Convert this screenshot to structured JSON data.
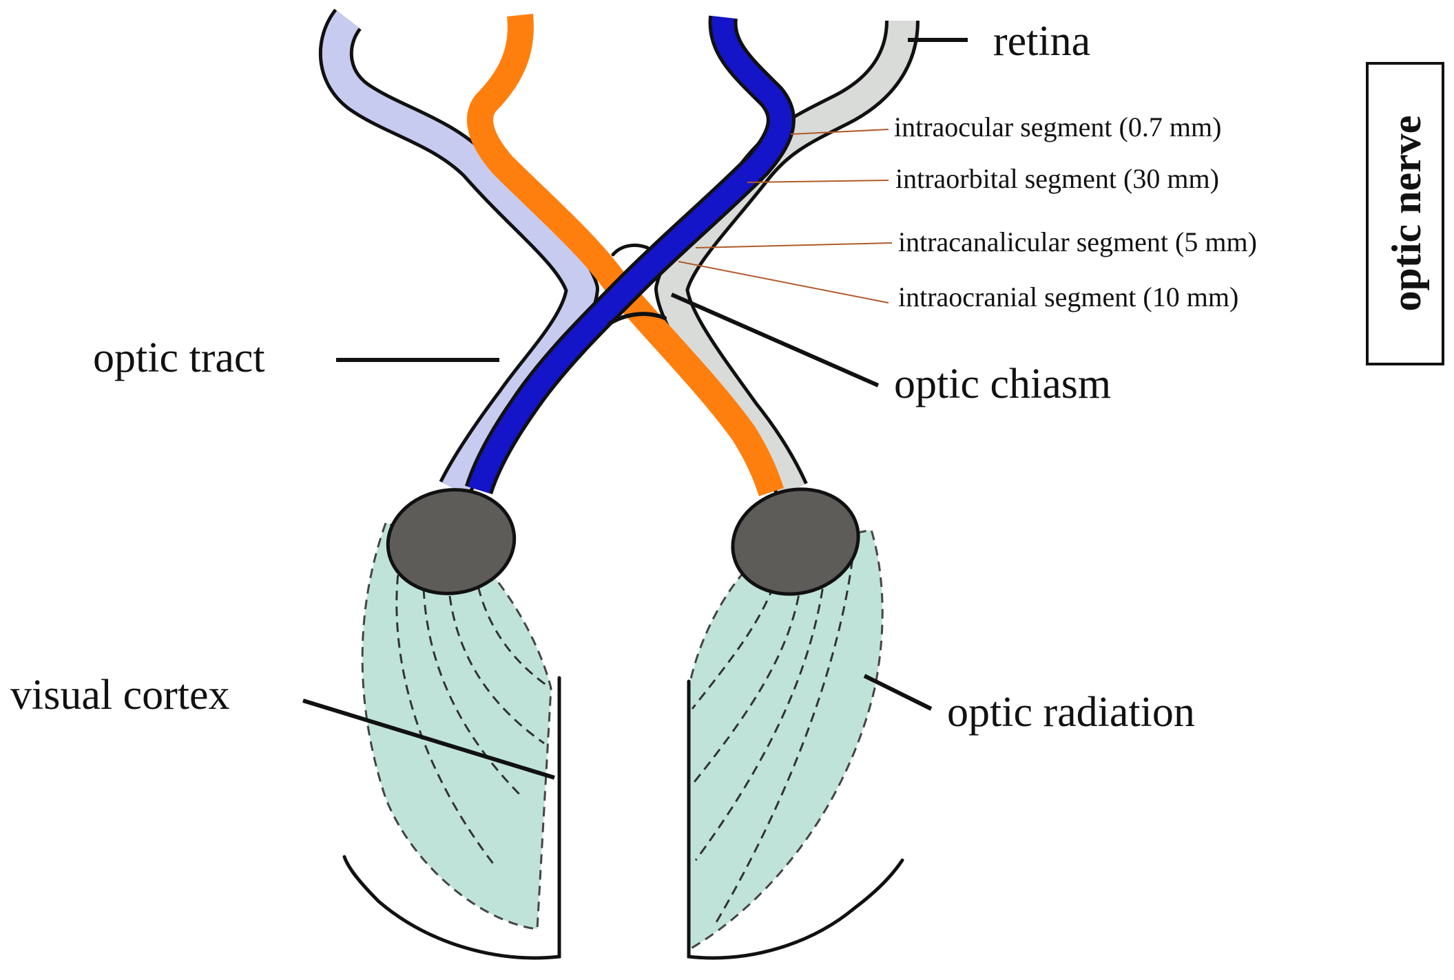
{
  "labels": {
    "retina": "retina",
    "optic_nerve": "optic nerve",
    "intraocular": "intraocular segment (0.7 mm)",
    "intraorbital": "intraorbital segment (30 mm)",
    "intracanalicular": "intracanalicular segment (5 mm)",
    "intracranial": "intraocranial segment (10 mm)",
    "optic_tract": "optic tract",
    "optic_chiasm": "optic chiasm",
    "visual_cortex": "visual cortex",
    "optic_radiation": "optic radiation"
  },
  "colors": {
    "left_outer_fiber": "#c8cbf0",
    "left_crossing_fiber": "#ff7f0e",
    "right_crossing_fiber": "#1414c8",
    "right_outer_fiber": "#d9dbd9",
    "lateral_geniculate_nucleus": "#5e5c58",
    "optic_radiation_fill": "#bfe3d9",
    "segment_leader": "#b05a2a"
  }
}
